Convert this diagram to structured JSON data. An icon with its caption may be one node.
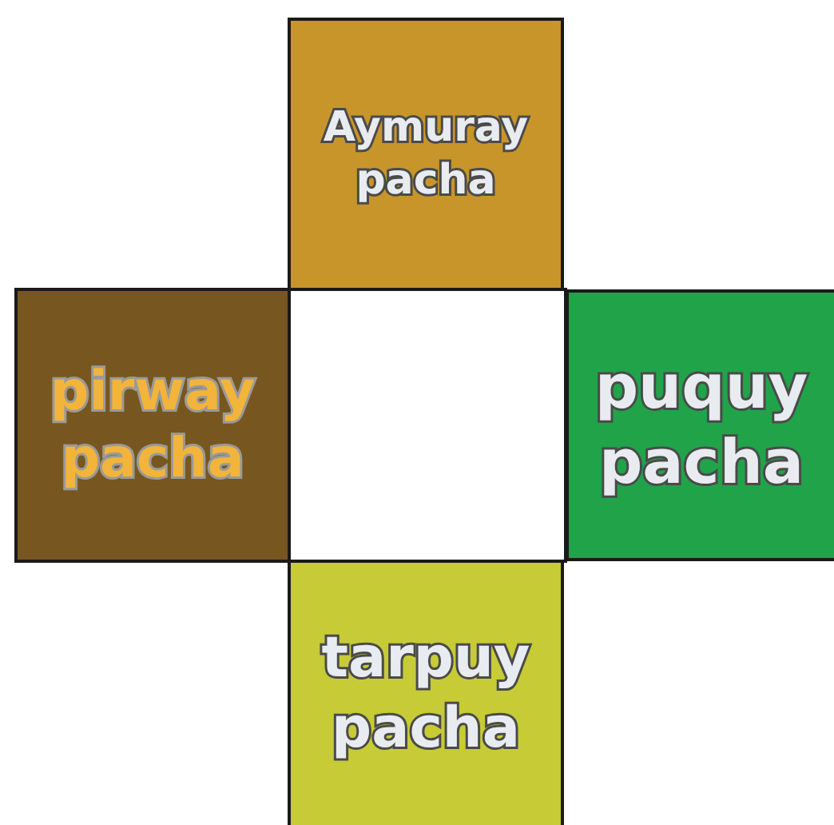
{
  "diagram": {
    "nodes": [
      {
        "text": [
          "Aymuray pacha"
        ]
      },
      {
        "text": [
          "pirway pacha"
        ]
      },
      {
        "text": [],
        "shape": "box"
      },
      {
        "text": [
          "puquy pacha"
        ]
      },
      {
        "text": [
          "tarpuy pacha"
        ]
      }
    ]
  }
}
